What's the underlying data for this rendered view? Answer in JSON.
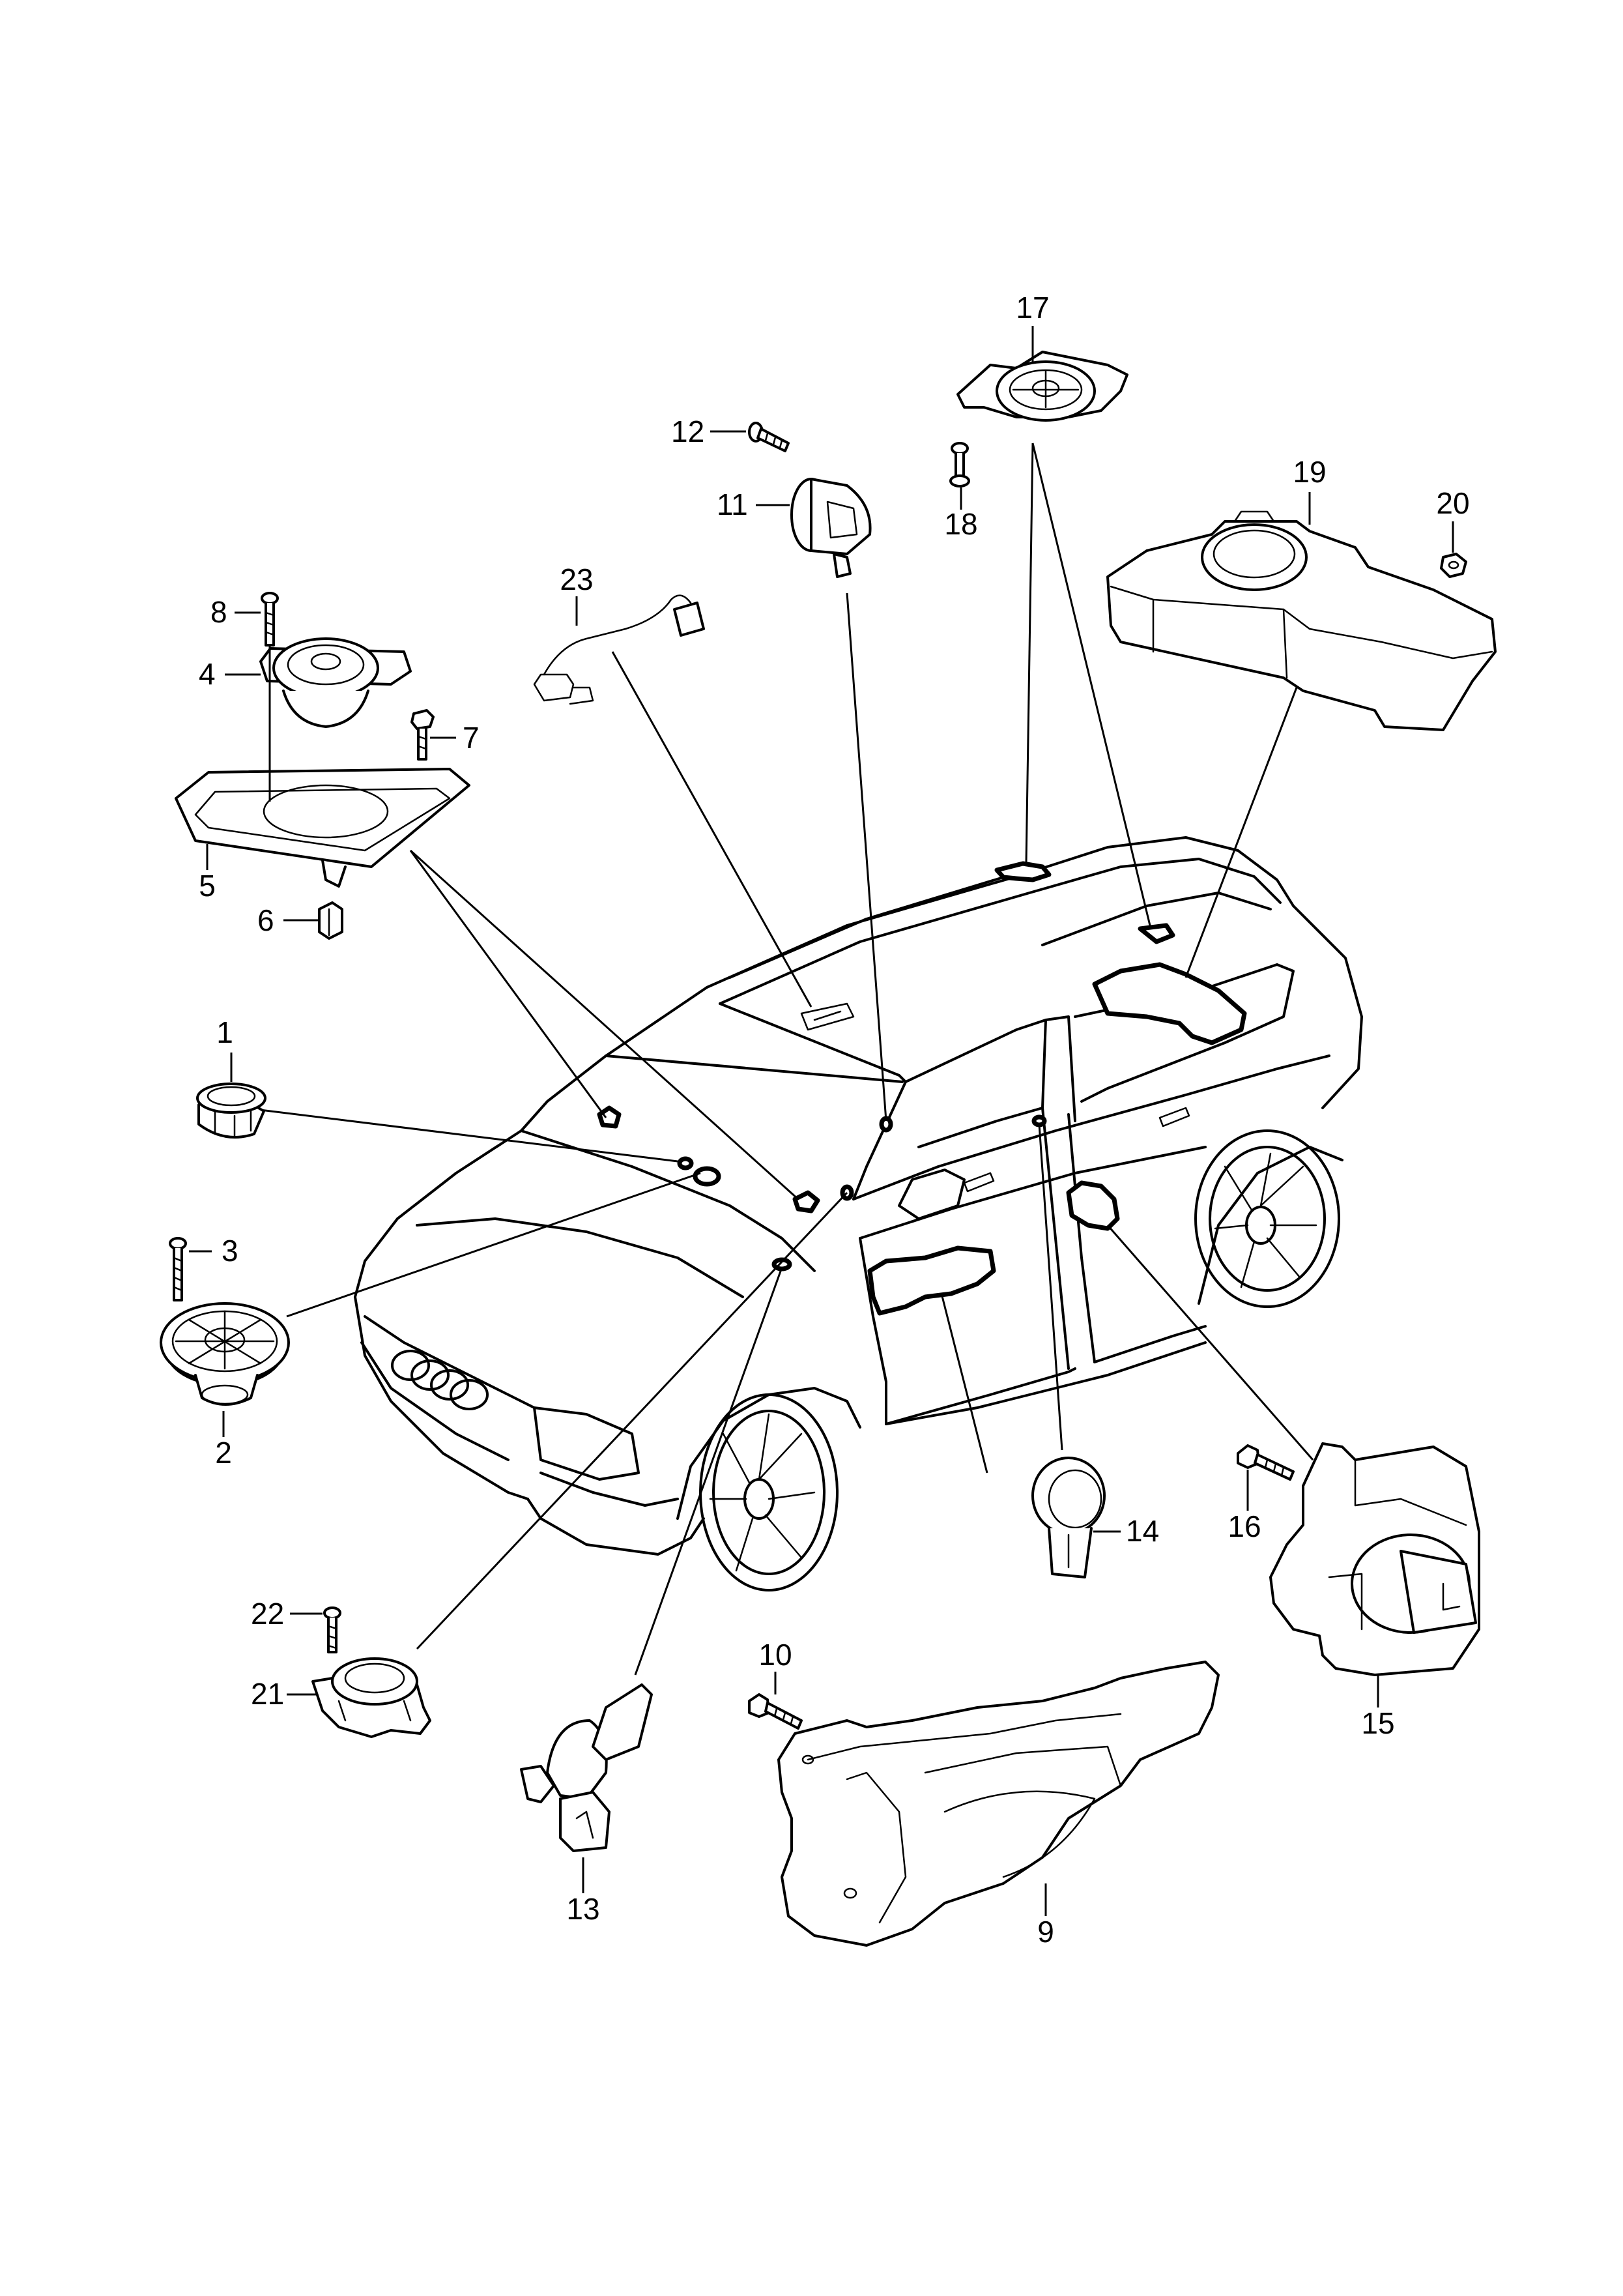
{
  "callouts": [
    "1",
    "2",
    "3",
    "4",
    "5",
    "6",
    "7",
    "8",
    "9",
    "10",
    "11",
    "12",
    "13",
    "14",
    "15",
    "16",
    "17",
    "18",
    "19",
    "20",
    "21",
    "22",
    "23"
  ]
}
